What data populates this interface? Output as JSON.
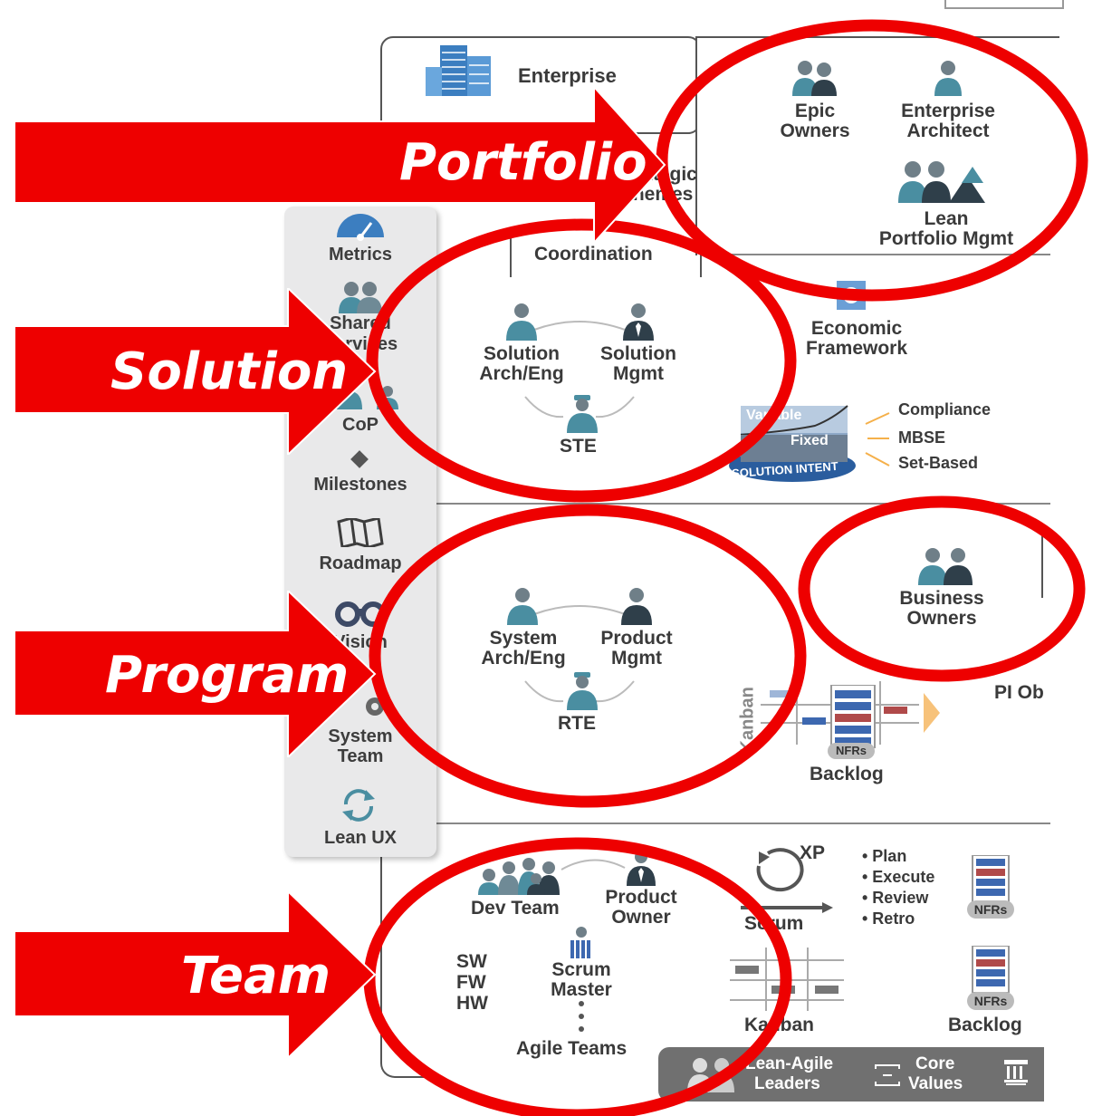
{
  "arrows": [
    "Portfolio",
    "Solution",
    "Program",
    "Team"
  ],
  "portfolio": {
    "enterprise": "Enterprise",
    "strategic_themes": [
      "Strategic",
      "Themes"
    ],
    "epic_owners": [
      "Epic",
      "Owners"
    ],
    "enterprise_architect": [
      "Enterprise",
      "Architect"
    ],
    "lean_portfolio_mgmt": [
      "Lean",
      "Portfolio Mgmt"
    ]
  },
  "solution": {
    "coordination": "Coordination",
    "solution_arch": [
      "Solution",
      "Arch/Eng"
    ],
    "solution_mgmt": [
      "Solution",
      "Mgmt"
    ],
    "ste": "STE",
    "economic_framework": [
      "Economic",
      "Framework"
    ],
    "solution_intent": {
      "variable": "Variable",
      "fixed": "Fixed",
      "label": "SOLUTION INTENT"
    },
    "intent_items": [
      "Compliance",
      "MBSE",
      "Set-Based"
    ]
  },
  "sidebar": {
    "items": [
      "Metrics",
      "Shared",
      "Services",
      "CoP",
      "Milestones",
      "Roadmap",
      "Vision",
      "System",
      "Team",
      "Lean UX"
    ]
  },
  "program": {
    "system_arch": [
      "System",
      "Arch/Eng"
    ],
    "product_mgmt": [
      "Product",
      "Mgmt"
    ],
    "rte": "RTE",
    "business_owners": [
      "Business",
      "Owners"
    ],
    "kanban": "Kanban",
    "nfrs": "NFRs",
    "backlog": "Backlog",
    "pi_objectives": "PI Ob"
  },
  "team": {
    "dev_team": "Dev Team",
    "product_owner": [
      "Product",
      "Owner"
    ],
    "scrum_master": [
      "Scrum",
      "Master"
    ],
    "sw_fw_hw": [
      "SW",
      "FW",
      "HW"
    ],
    "agile_teams": "Agile Teams",
    "xp": "XP",
    "scrum": "Scrum",
    "kanban": "Kanban",
    "ceremonies": [
      "• Plan",
      "• Execute",
      "• Review",
      "• Retro"
    ],
    "nfrs": "NFRs",
    "backlog": "Backlog"
  },
  "footer": {
    "leaders": [
      "Lean-Agile",
      "Leaders"
    ],
    "core_values": [
      "Core",
      "Values"
    ]
  },
  "colors": {
    "arrow": "#ee0000",
    "ellipse": "#ee0000",
    "icon_teal": "#4a8ea1",
    "icon_dark": "#2f3f4a"
  }
}
